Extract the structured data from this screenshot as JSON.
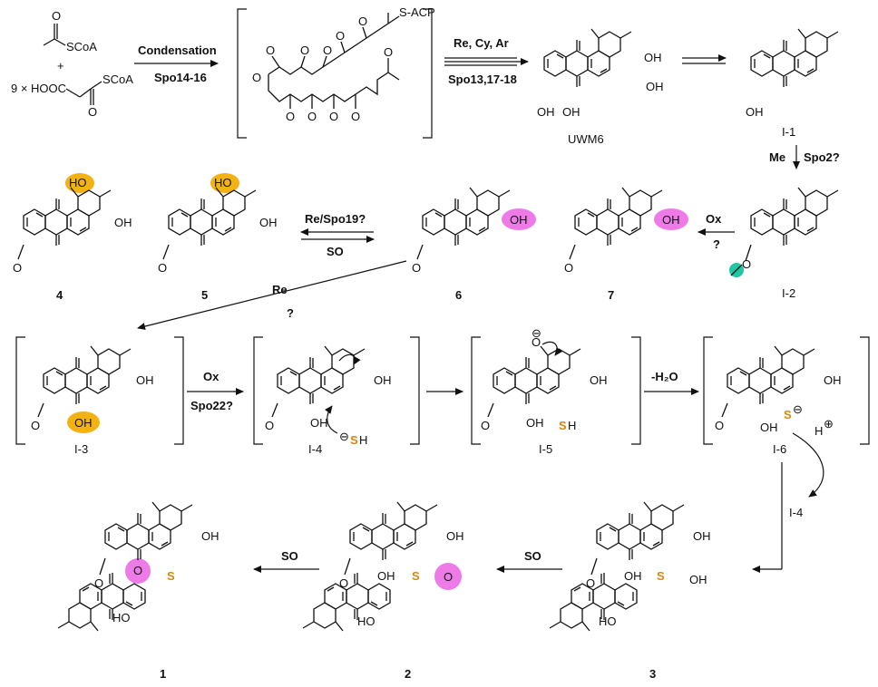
{
  "colors": {
    "orange_highlight": "#f2b214",
    "pink_highlight": "#ee7ae8",
    "teal_marker": "#1fc7a3",
    "sulfur": "#d4880f"
  },
  "reagents": {
    "acetyl": "SCoA",
    "plus": "+",
    "malonyl_prefix": "9 × HOOC",
    "malonyl_scoa": "SCoA",
    "s_acp": "S-ACP"
  },
  "steps": {
    "condensation": "Condensation",
    "spo14_16": "Spo14-16",
    "re_cy_ar": "Re, Cy, Ar",
    "spo13_17_18": "Spo13,17-18",
    "me": "Me",
    "spo2": "Spo2?",
    "ox_q": "Ox",
    "ox_qmark": "?",
    "re_spo19": "Re/Spo19?",
    "so_1": "SO",
    "re": "Re",
    "re_qmark": "?",
    "ox": "Ox",
    "spo22": "Spo22?",
    "minus_h2o": "-H₂O",
    "i4_attack": "I-4",
    "so_2": "SO",
    "so_3": "SO"
  },
  "compounds": {
    "uwm6": "UWM6",
    "i1": "I-1",
    "i2": "I-2",
    "c4": "4",
    "c5": "5",
    "c6": "6",
    "c7": "7",
    "i3": "I-3",
    "i4": "I-4",
    "i5": "I-5",
    "i6": "I-6",
    "c1": "1",
    "c2": "2",
    "c3": "3"
  },
  "atoms": {
    "o": "O",
    "oh": "OH",
    "ho": "HO",
    "sh": "SH",
    "s": "S",
    "h_plus": "H",
    "charge_minus": "⊖",
    "charge_plus": "⊕"
  }
}
